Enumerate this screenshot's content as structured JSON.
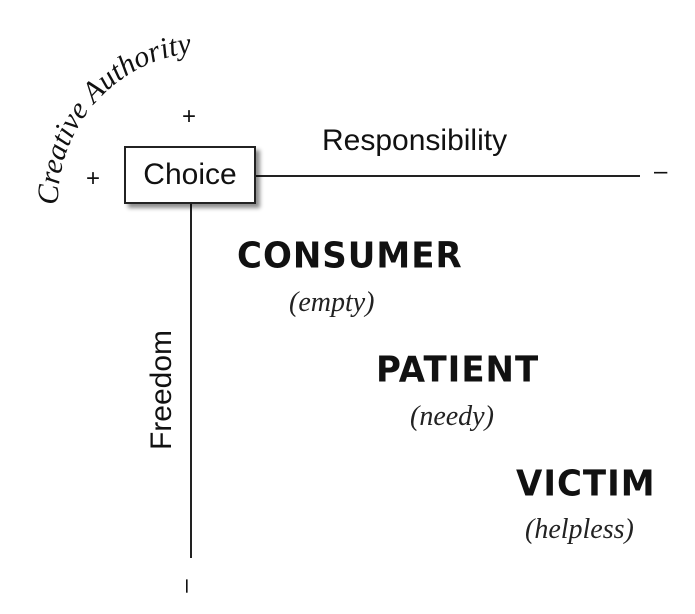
{
  "diagram": {
    "arc_label": "Creative Authority",
    "top_plus": "+",
    "left_plus": "+",
    "right_minus": "–",
    "bottom_minus": "–",
    "center_box": "Choice",
    "horizontal_label": "Responsibility",
    "vertical_label": "Freedom",
    "roles": [
      {
        "title": "CONSUMER",
        "subtitle": "(empty)"
      },
      {
        "title": "PATIENT",
        "subtitle": "(needy)"
      },
      {
        "title": "VICTIM",
        "subtitle": "(helpless)"
      }
    ]
  }
}
